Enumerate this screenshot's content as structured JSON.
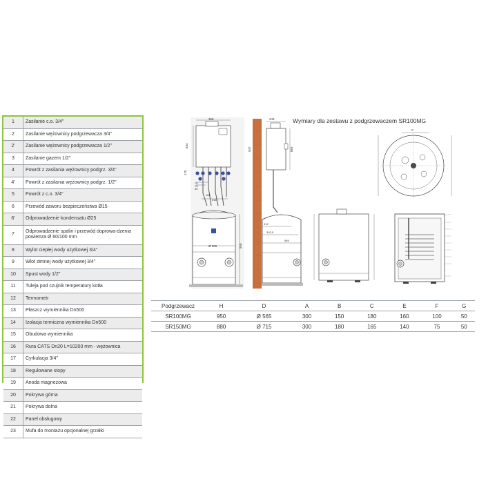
{
  "legend": [
    {
      "num": "1",
      "text": "Zasilanie c.o. 3/4\""
    },
    {
      "num": "2",
      "text": "Zasilanie wężownicy podgrzewacza 3/4\""
    },
    {
      "num": "2'",
      "text": "Zasilanie wężownicy podgrzewacza 1/2\""
    },
    {
      "num": "3",
      "text": "Zasilanie gazem 1/2\""
    },
    {
      "num": "4",
      "text": "Powrót z zasilania wężownicy podgrz. 3/4\""
    },
    {
      "num": "4'",
      "text": "Powrót z zasilania wężownicy podgrz. 1/2\""
    },
    {
      "num": "5",
      "text": "Powrót z c.o. 3/4\""
    },
    {
      "num": "6",
      "text": "Przewód zaworu bezpieczeństwa Ø15"
    },
    {
      "num": "6'",
      "text": "Odprowadzenie kondensatu Ø25"
    },
    {
      "num": "7",
      "text": "Odprowadzenie spalin i przewód doprowa-dzenia powietrza Ø 60/100 mm"
    },
    {
      "num": "8",
      "text": "Wylot ciepłej wody użytkowej 3/4\""
    },
    {
      "num": "9",
      "text": "Wlot zimnej wody użytkowej 3/4\""
    },
    {
      "num": "10",
      "text": "Spust wody 1/2\""
    },
    {
      "num": "11",
      "text": "Tuleja pod czujnik temperatury kotła"
    },
    {
      "num": "12",
      "text": "Termometr"
    },
    {
      "num": "13",
      "text": "Płaszcz wymiennika Dn500"
    },
    {
      "num": "14",
      "text": "Izolacja termiczna wymiennika Dn500"
    },
    {
      "num": "15",
      "text": "Obudowa wymiennika"
    },
    {
      "num": "16",
      "text": "Rura CATS Dn20 L=10200 mm - wężownica"
    },
    {
      "num": "17",
      "text": "Cyrkulacja 3/4\""
    },
    {
      "num": "18",
      "text": "Regulowane stopy"
    },
    {
      "num": "19",
      "text": "Anoda magnezowa"
    },
    {
      "num": "20",
      "text": "Pokrywa górna"
    },
    {
      "num": "21",
      "text": "Pokrywa dolna"
    },
    {
      "num": "22",
      "text": "Panel obsługowy"
    },
    {
      "num": "23",
      "text": "Mufa do montażu opcjonalnej grzałki"
    }
  ],
  "drawing_title": "Wymiary dla zestawu z podgrzewaczem SR100MG",
  "drawing_labels": {
    "front_top_width": "368",
    "front_height": "834",
    "front_gap": "175",
    "front_dims": [
      "70",
      "75",
      "50",
      "318",
      "184"
    ],
    "front_total": "950",
    "front_diameter": "Ø 565",
    "side_top": "243",
    "side_boiler_h": "947",
    "side_boiler_h2": "869",
    "side_dims": [
      "312",
      "302,5",
      "565"
    ],
    "top_label": "C"
  },
  "dims_table": {
    "headers": [
      "Podgrzewacz",
      "H",
      "D",
      "A",
      "B",
      "C",
      "E",
      "F",
      "G"
    ],
    "rows": [
      [
        "SR100MG",
        "950",
        "Ø 565",
        "300",
        "150",
        "180",
        "160",
        "100",
        "50"
      ],
      [
        "SR150MG",
        "880",
        "Ø 715",
        "300",
        "180",
        "165",
        "140",
        "75",
        "50"
      ]
    ]
  },
  "colors": {
    "legend_border": "#8cc63f",
    "wall": "#c8713f",
    "marker": "#3a4fa0"
  }
}
